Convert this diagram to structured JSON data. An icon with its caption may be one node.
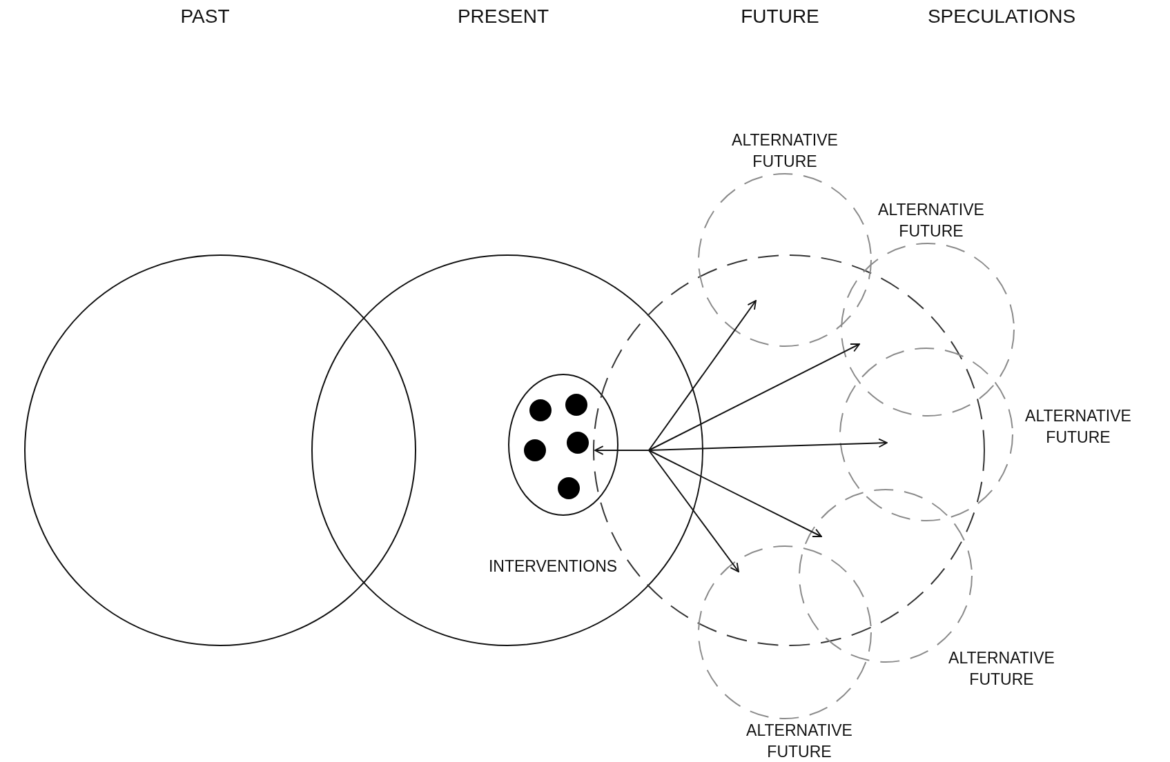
{
  "diagram": {
    "nodes": [
      {
        "text": [],
        "shape": "circle"
      },
      {
        "text": [],
        "shape": "circle"
      },
      {
        "text": [
          "INTERVENTIONS"
        ],
        "in": 1
      },
      {
        "text": [],
        "shape": "circle"
      },
      {
        "text": [
          "ALTERNATIVE FUTURE"
        ]
      },
      {
        "text": [
          "ALTERNATIVE FUTURE"
        ]
      },
      {
        "text": [
          "ALTERNATIVE FUTURE"
        ]
      },
      {
        "text": [
          "ALTERNATIVE FUTURE"
        ]
      },
      {
        "text": [
          "ALTERNATIVE FUTURE"
        ]
      }
    ],
    "edges": [
      {
        "from": 3,
        "to": 2,
        "arrow": "to"
      },
      {
        "from": 3,
        "to": 4,
        "arrow": "to"
      },
      {
        "from": 3,
        "to": 5,
        "arrow": "to"
      },
      {
        "from": 3,
        "to": 6,
        "arrow": "to"
      },
      {
        "from": 3,
        "to": 7,
        "arrow": "to"
      },
      {
        "from": 3,
        "to": 8,
        "arrow": "to"
      }
    ],
    "labels": [
      "PAST",
      "PRESENT",
      "FUTURE",
      "SPECULATIONS"
    ]
  }
}
